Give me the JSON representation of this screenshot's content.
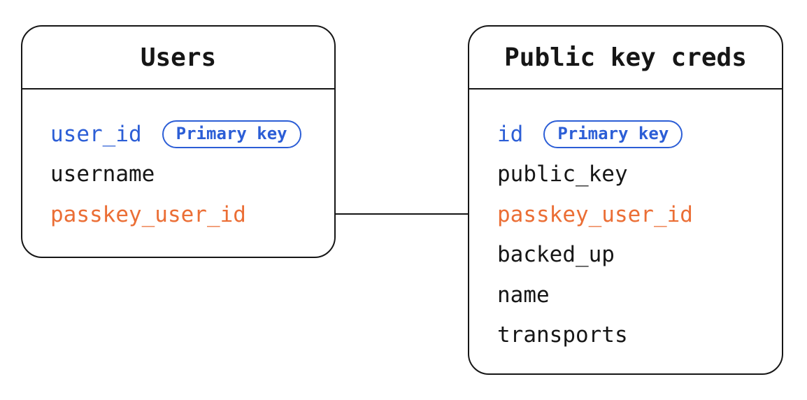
{
  "diagram": {
    "type": "entity-relationship",
    "colors": {
      "stroke": "#161616",
      "background": "#ffffff",
      "primary_key_blue": "#2c5ed6",
      "foreign_key_orange": "#eb6e35"
    },
    "tables": [
      {
        "title": "Users",
        "fields": [
          {
            "name": "user_id",
            "color": "blue",
            "badge": "Primary key"
          },
          {
            "name": "username",
            "color": "default"
          },
          {
            "name": "passkey_user_id",
            "color": "orange"
          }
        ]
      },
      {
        "title": "Public key creds",
        "fields": [
          {
            "name": "id",
            "color": "blue",
            "badge": "Primary key"
          },
          {
            "name": "public_key",
            "color": "default"
          },
          {
            "name": "passkey_user_id",
            "color": "orange"
          },
          {
            "name": "backed_up",
            "color": "default"
          },
          {
            "name": "name",
            "color": "default"
          },
          {
            "name": "transports",
            "color": "default"
          }
        ]
      }
    ],
    "relation": {
      "from_table": "Users",
      "from_field": "passkey_user_id",
      "to_table": "Public key creds",
      "to_field": "passkey_user_id"
    }
  }
}
